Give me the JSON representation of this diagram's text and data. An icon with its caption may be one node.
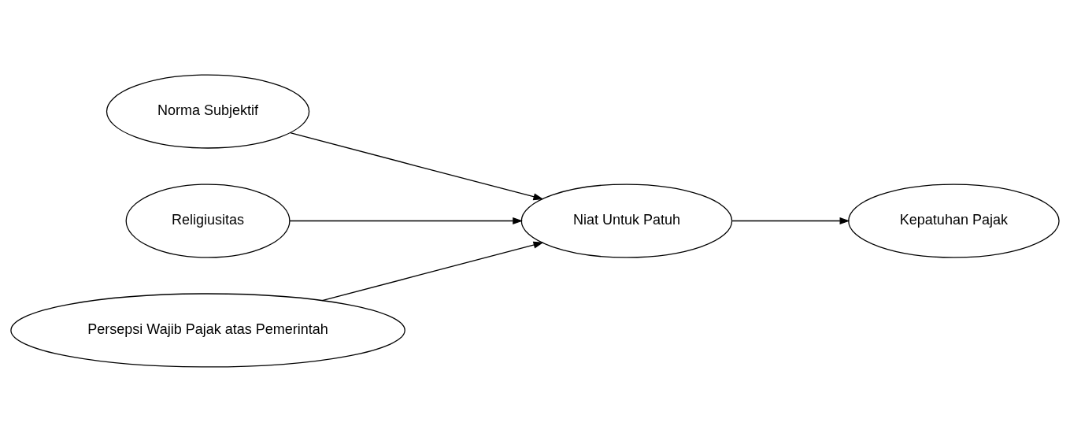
{
  "diagram": {
    "nodes": [
      {
        "text": [
          "Norma Subjektif"
        ]
      },
      {
        "text": [
          "Religiusitas"
        ]
      },
      {
        "text": [
          "Persepsi Wajib Pajak atas Pemerintah"
        ]
      },
      {
        "text": [
          "Niat Untuk Patuh"
        ]
      },
      {
        "text": [
          "Kepatuhan Pajak"
        ]
      }
    ],
    "edges": [
      {
        "from": 0,
        "to": 3,
        "arrow": "to"
      },
      {
        "from": 1,
        "to": 3,
        "arrow": "to"
      },
      {
        "from": 2,
        "to": 3,
        "arrow": "to"
      },
      {
        "from": 3,
        "to": 4,
        "arrow": "to"
      }
    ]
  }
}
